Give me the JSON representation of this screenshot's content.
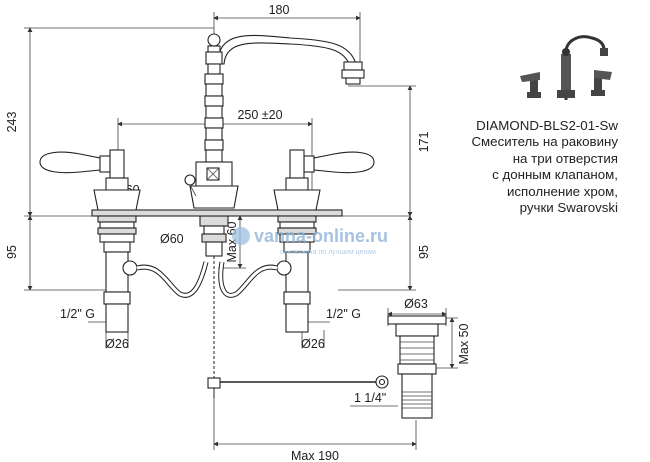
{
  "product": {
    "model": "DIAMOND-BLS2-01-Sw",
    "description_lines": [
      "Смеситель на раковину",
      "на три отверстия",
      "с донным клапаном,",
      "исполнение хром,",
      "ручки Swarovski"
    ]
  },
  "dimensions": {
    "spout_reach": "180",
    "height_total": "243",
    "spacing": "250 ±20",
    "spout_height": "171",
    "handle_base_dia": "Ø60",
    "center_base_dia": "Ø60",
    "max_depth": "Max 60",
    "under_left": "95",
    "under_right": "95",
    "thread_left": "1/2\" G",
    "thread_right": "1/2\" G",
    "hose_dia_left": "Ø26",
    "hose_dia_right": "Ø26",
    "drain_dia": "Ø63",
    "drain_max": "Max 50",
    "drain_thread": "1 1/4\"",
    "rod_max": "Max 190"
  },
  "watermark": {
    "text": "vanna-online.ru",
    "tagline": "сантехника по лучшим ценам"
  }
}
